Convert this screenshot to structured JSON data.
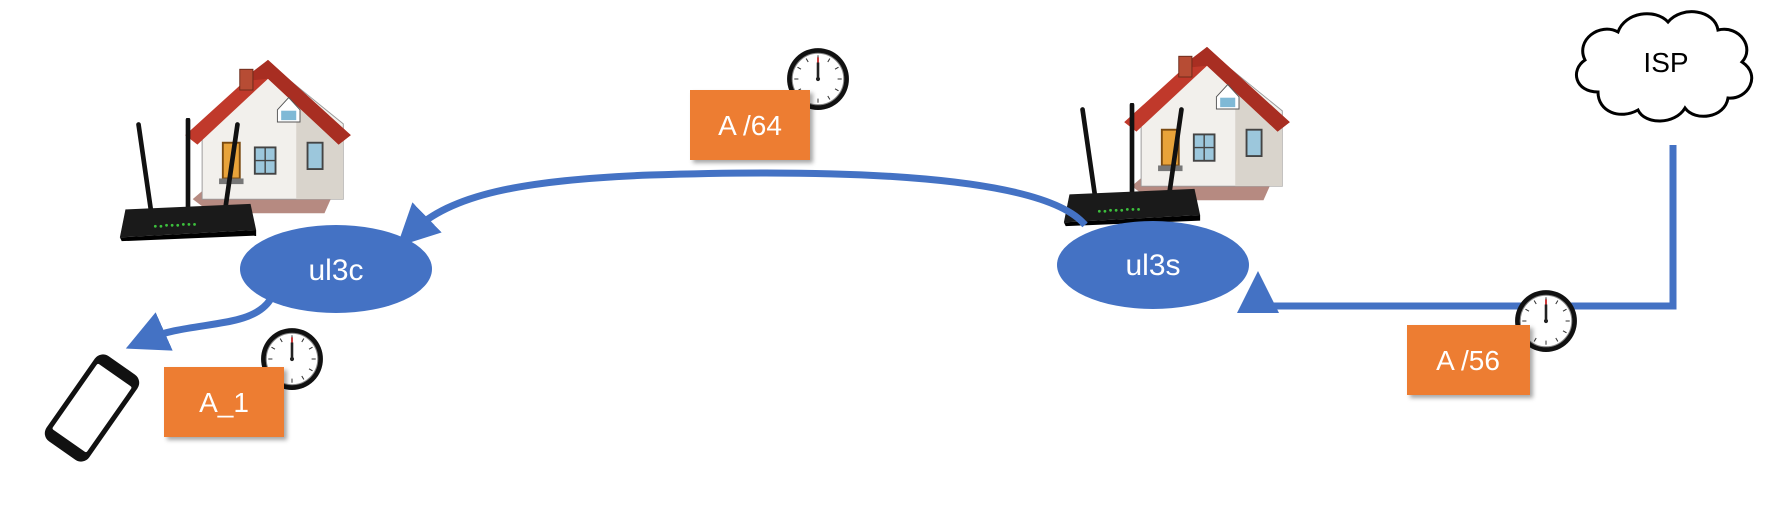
{
  "nodes": {
    "client_router": {
      "label": "ul3c"
    },
    "server_router": {
      "label": "ul3s"
    },
    "isp": {
      "label": "ISP"
    }
  },
  "prefix_labels": {
    "delegated_64": "A /64",
    "delegated_56": "A /56",
    "address_1": "A_1"
  },
  "colors": {
    "ellipse_fill": "#4472c4",
    "arrow": "#4472c4",
    "label_box": "#ed7d31",
    "label_text": "#ffffff",
    "roof": "#c0392b",
    "router_body": "#1a1a1a"
  },
  "icons": {
    "house": "house-icon",
    "router": "router-icon",
    "phone": "smartphone-icon",
    "clock": "clock-icon",
    "cloud": "cloud-icon"
  }
}
